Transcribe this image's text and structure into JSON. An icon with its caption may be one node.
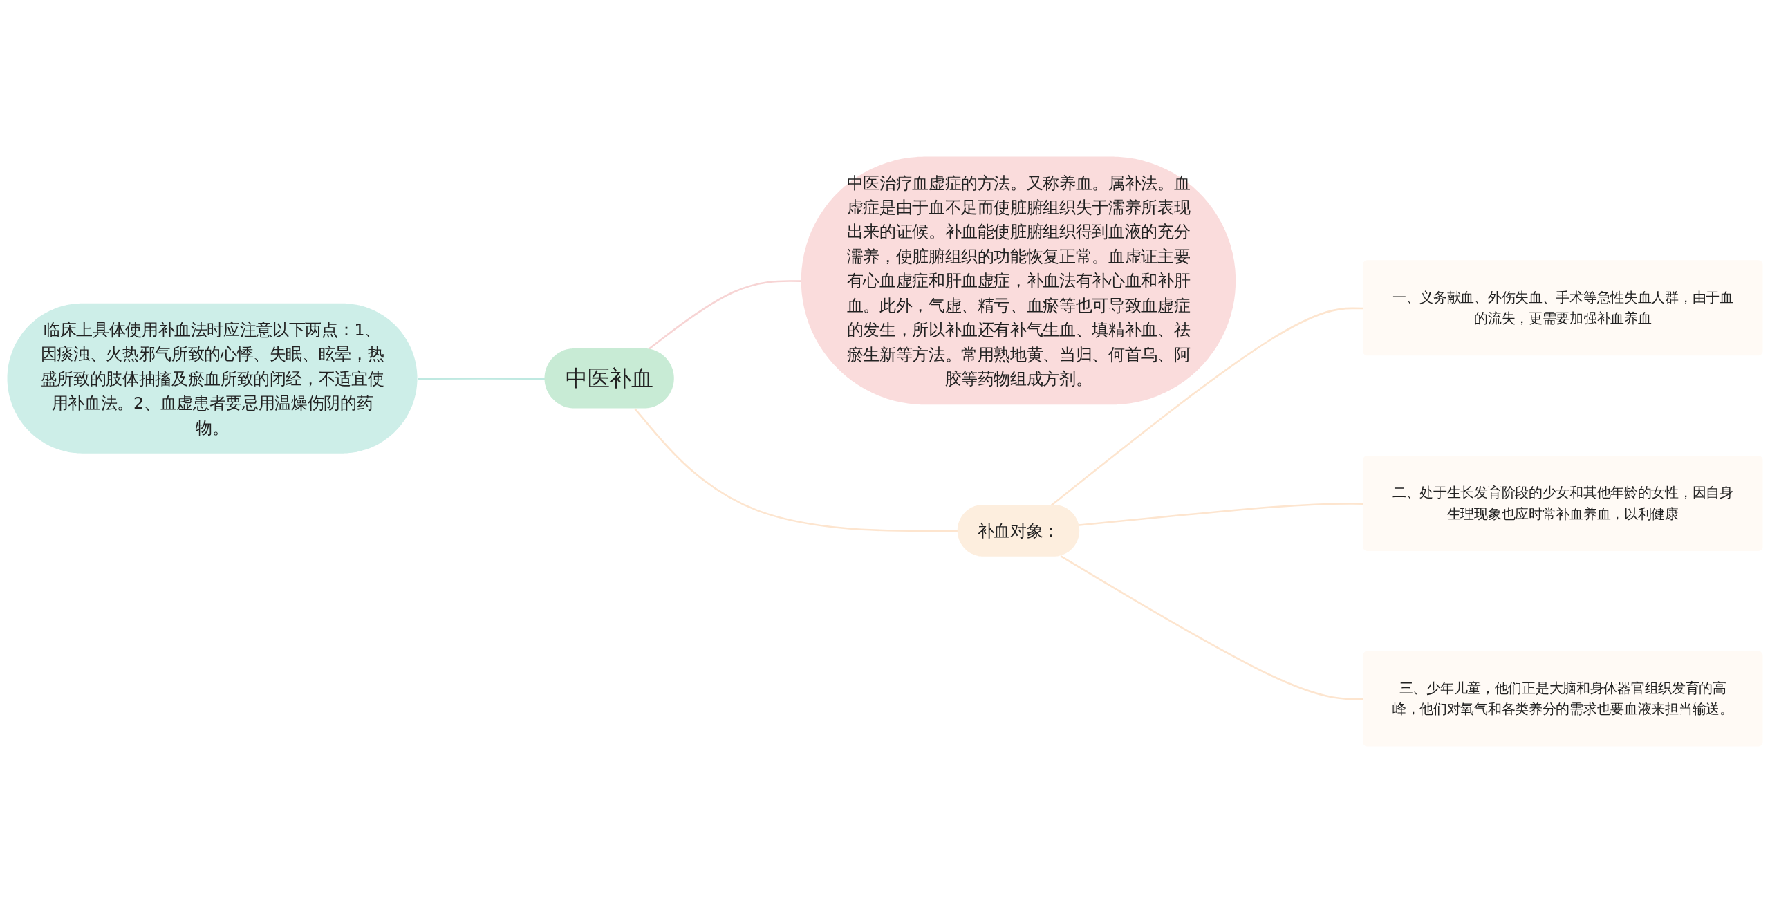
{
  "diagram": {
    "nodes": [
      {
        "text": [
          "中医补血"
        ]
      },
      {
        "text": [
          "临床上具体使用补血法时应注意以下两点：1、因痰浊、火热邪气所致的心悸、失眠、眩晕，热盛所致的肢体抽搐及瘀血所致的闭经，不适宜使用补血法。2、血虚患者要忌用温燥伤阴的药物。"
        ]
      },
      {
        "text": [
          "中医治疗血虚症的方法。又称养血。属补法。血虚症是由于血不足而使脏腑组织失于濡养所表现出来的证候。补血能使脏腑组织得到血液的充分濡养，使脏腑组织的功能恢复正常。血虚证主要有心血虚症和肝血虚症，补血法有补心血和补肝血。此外，气虚、精亏、血瘀等也可导致血虚症的发生，所以补血还有补气生血、填精补血、祛瘀生新等方法。常用熟地黄、当归、何首乌、阿胶等药物组成方剂。"
        ]
      },
      {
        "text": [
          "补血对象："
        ]
      },
      {
        "text": [
          "一、义务献血、外伤失血、手术等急性失血人群，由于血的流失，更需要加强补血养血"
        ]
      },
      {
        "text": [
          "二、处于生长发育阶段的少女和其他年龄的女性，因自身生理现象也应时常补血养血，以利健康"
        ]
      },
      {
        "text": [
          "三、少年儿童，他们正是大脑和身体器官组织发育的高峰，他们对氧气和各类养分的需求也要血液来担当输送。"
        ]
      }
    ],
    "edges": [
      {
        "from": 0,
        "to": 1,
        "arrow": "none",
        "color": "#bfe9e1"
      },
      {
        "from": 0,
        "to": 2,
        "arrow": "none",
        "color": "#f7d4d4"
      },
      {
        "from": 0,
        "to": 3,
        "arrow": "none",
        "color": "#fde5cf"
      },
      {
        "from": 3,
        "to": 4,
        "arrow": "none",
        "color": "#fde5cf"
      },
      {
        "from": 3,
        "to": 5,
        "arrow": "none",
        "color": "#fde5cf"
      },
      {
        "from": 3,
        "to": 6,
        "arrow": "none",
        "color": "#fde5cf"
      }
    ]
  }
}
